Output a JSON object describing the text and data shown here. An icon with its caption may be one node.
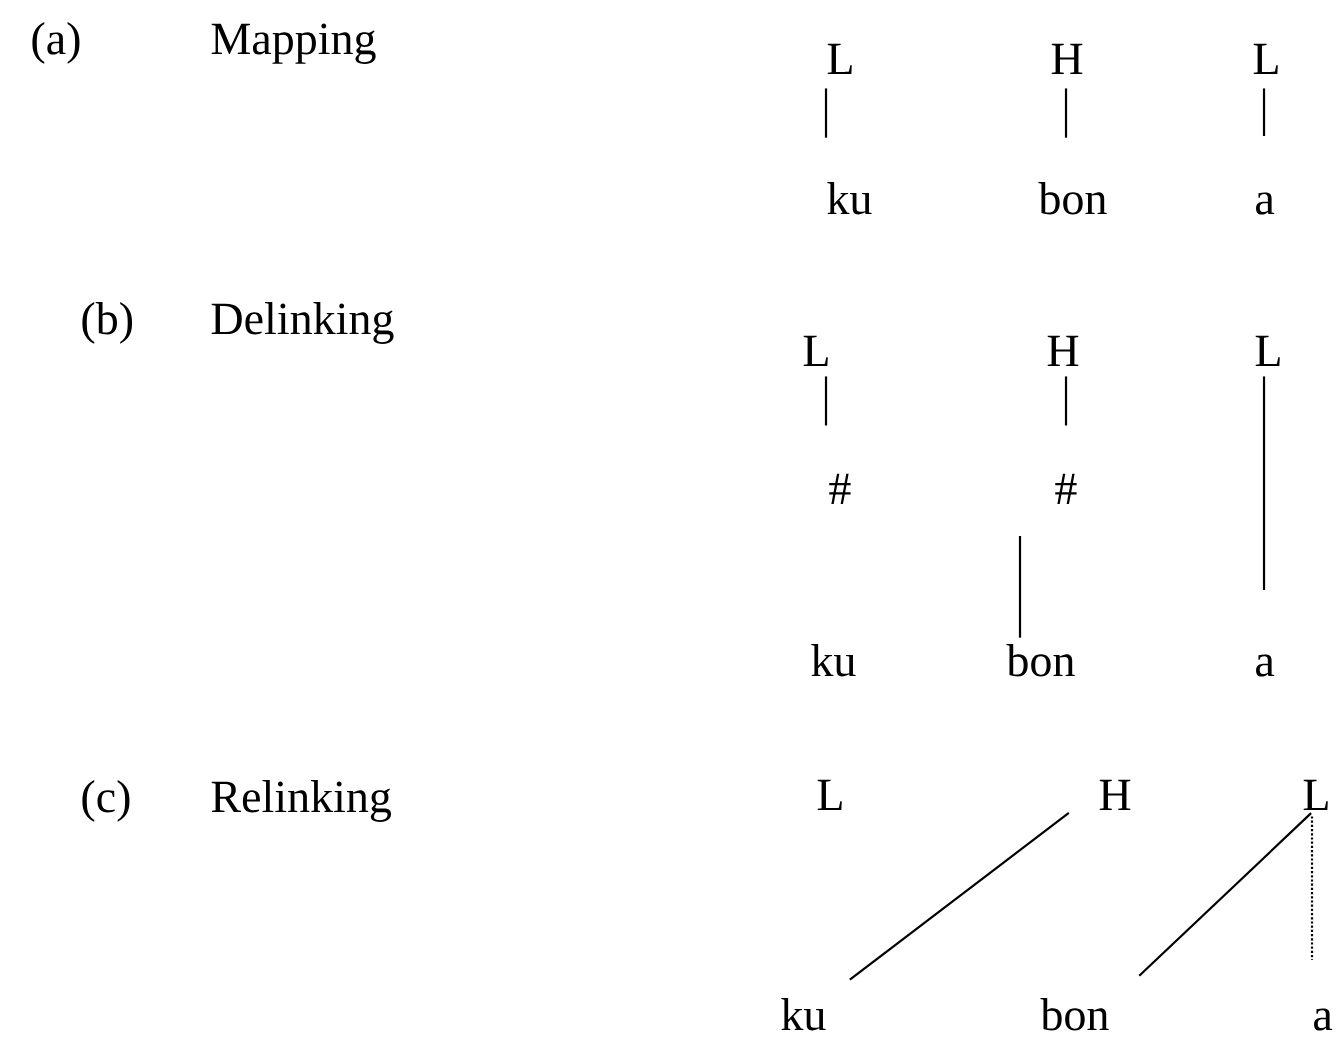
{
  "diagram": {
    "nodes": [
      {
        "text": [
          "L"
        ]
      },
      {
        "text": [
          "H"
        ]
      },
      {
        "text": [
          "L"
        ]
      },
      {
        "text": [
          "ku"
        ]
      },
      {
        "text": [
          "bon"
        ]
      },
      {
        "text": [
          "a"
        ]
      },
      {
        "text": [
          "L"
        ]
      },
      {
        "text": [
          "H"
        ]
      },
      {
        "text": [
          "L"
        ]
      },
      {
        "text": [
          "#"
        ]
      },
      {
        "text": [
          "#"
        ]
      },
      {
        "text": [
          "ku"
        ]
      },
      {
        "text": [
          "bon"
        ]
      },
      {
        "text": [
          "a"
        ]
      },
      {
        "text": [
          "L"
        ]
      },
      {
        "text": [
          "H"
        ]
      },
      {
        "text": [
          "L"
        ]
      },
      {
        "text": [
          "ku"
        ]
      },
      {
        "text": [
          "bon"
        ]
      },
      {
        "text": [
          "a"
        ]
      }
    ],
    "edges": [
      {
        "from": 0,
        "to": 3,
        "arrow": "none"
      },
      {
        "from": 1,
        "to": 4,
        "arrow": "none"
      },
      {
        "from": 2,
        "to": 5,
        "arrow": "none"
      },
      {
        "from": 6,
        "to": 9,
        "arrow": "none"
      },
      {
        "from": 7,
        "to": 10,
        "arrow": "none"
      },
      {
        "from": null,
        "to": 12,
        "arrow": "none"
      },
      {
        "from": 8,
        "to": 13,
        "arrow": "none"
      },
      {
        "from": 15,
        "to": 17,
        "arrow": "none"
      },
      {
        "from": 16,
        "to": 18,
        "arrow": "none"
      },
      {
        "from": 16,
        "to": 19,
        "arrow": "none",
        "style": "dashed"
      }
    ],
    "labels": [
      "(a)",
      "Mapping",
      "(b)",
      "Delinking",
      "(c)",
      "Relinking"
    ]
  }
}
